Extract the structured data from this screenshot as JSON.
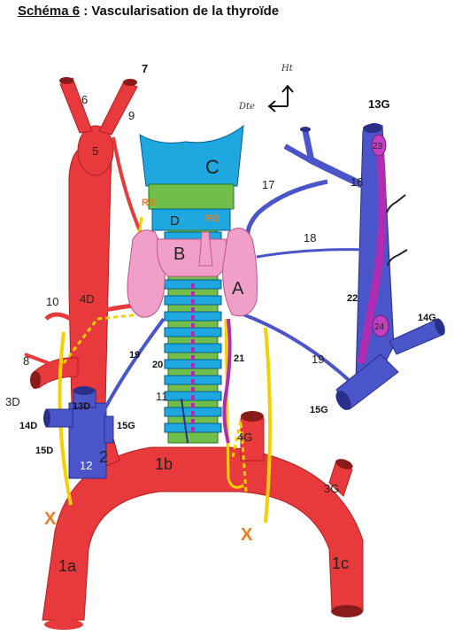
{
  "title": {
    "prefix": "Schéma 6",
    "rest": " : Vascularisation de la thyroïde"
  },
  "orientation": {
    "up": "Ht",
    "right": "Dte"
  },
  "labels": {
    "n6": "6",
    "n7": "7",
    "n9": "9",
    "n5": "5",
    "n4D": "4D",
    "n10": "10",
    "n8": "8",
    "n3D": "3D",
    "n13D": "13D",
    "n14D": "14D",
    "n15D": "15D",
    "n15G_left": "15G",
    "n12": "12",
    "n2": "2",
    "n1b": "1b",
    "n1a": "1a",
    "n1c": "1c",
    "n3G": "3G",
    "n4G": "4G",
    "n11": "11",
    "n20": "20",
    "n21": "21",
    "n19_left": "19",
    "n19_right": "19",
    "n17": "17",
    "n18": "18",
    "n16": "16",
    "n13G": "13G",
    "n22": "22",
    "n14G": "14G",
    "n15G_right": "15G",
    "n23": "23",
    "n24": "24",
    "A": "A",
    "B": "B",
    "C": "C",
    "D": "D",
    "RG": "RG",
    "RD": "RD",
    "X_left": "X",
    "X_right": "X"
  },
  "colors": {
    "artery": "#e8393c",
    "artery_dark": "#8b1a1a",
    "vein": "#4a55c9",
    "vein_dark": "#2a2f8a",
    "thyroid": "#f0a0c8",
    "thyroid_edge": "#c05090",
    "cartilage_blue": "#1fa8e0",
    "trachea_green": "#6fbf4a",
    "nerve_yellow": "#f5d000",
    "orange_label": "#f07a20",
    "purple": "#b02cb0"
  }
}
